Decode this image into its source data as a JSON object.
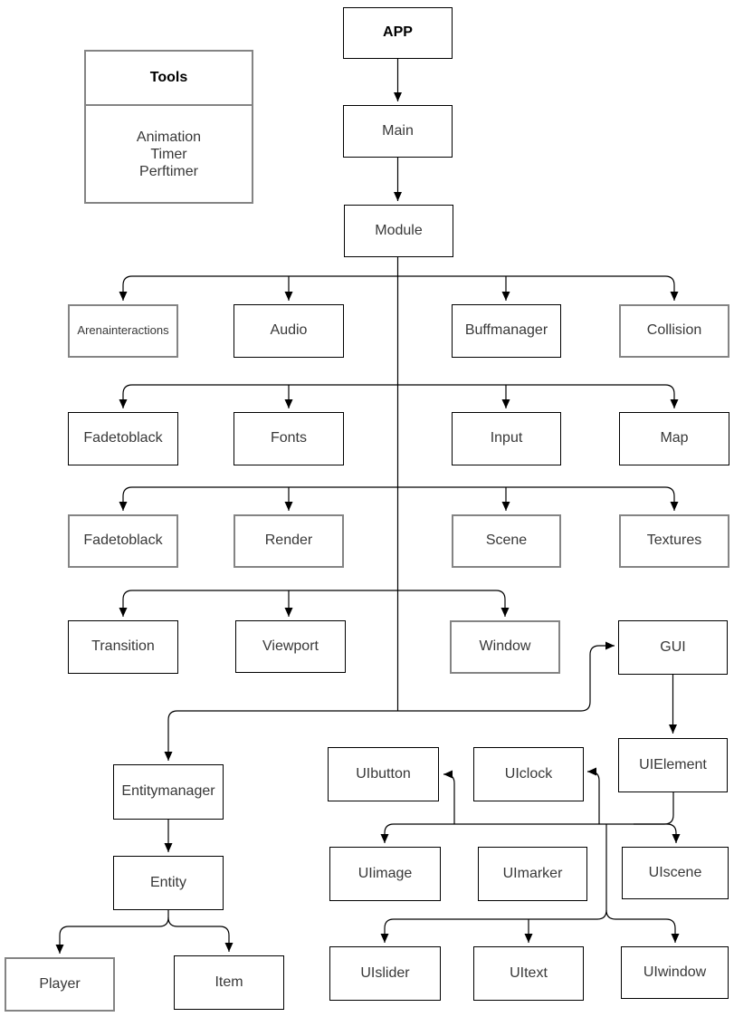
{
  "diagram": {
    "tools_panel": {
      "title": "Tools",
      "items": [
        "Animation",
        "Timer",
        "Perftimer"
      ]
    },
    "nodes": {
      "app": "APP",
      "main": "Main",
      "module": "Module",
      "arenainteractions": "Arenainteractions",
      "audio": "Audio",
      "buffmanager": "Buffmanager",
      "collision": "Collision",
      "fadetoblack1": "Fadetoblack",
      "fonts": "Fonts",
      "input": "Input",
      "map": "Map",
      "fadetoblack2": "Fadetoblack",
      "render": "Render",
      "scene": "Scene",
      "textures": "Textures",
      "transition": "Transition",
      "viewport": "Viewport",
      "window": "Window",
      "gui": "GUI",
      "entitymanager": "Entitymanager",
      "entity": "Entity",
      "player": "Player",
      "item": "Item",
      "uibutton": "UIbutton",
      "uiclock": "UIclock",
      "uielement": "UIElement",
      "uiimage": "UIimage",
      "uimarker": "UImarker",
      "uiscene": "UIscene",
      "uislider": "UIslider",
      "uitext": "UItext",
      "uiwindow": "UIwindow"
    },
    "edges": [
      {
        "from": "app",
        "to": "main"
      },
      {
        "from": "main",
        "to": "module"
      },
      {
        "from": "module",
        "to": "arenainteractions"
      },
      {
        "from": "module",
        "to": "audio"
      },
      {
        "from": "module",
        "to": "buffmanager"
      },
      {
        "from": "module",
        "to": "collision"
      },
      {
        "from": "module",
        "to": "fadetoblack1"
      },
      {
        "from": "module",
        "to": "fonts"
      },
      {
        "from": "module",
        "to": "input"
      },
      {
        "from": "module",
        "to": "map"
      },
      {
        "from": "module",
        "to": "fadetoblack2"
      },
      {
        "from": "module",
        "to": "render"
      },
      {
        "from": "module",
        "to": "scene"
      },
      {
        "from": "module",
        "to": "textures"
      },
      {
        "from": "module",
        "to": "transition"
      },
      {
        "from": "module",
        "to": "viewport"
      },
      {
        "from": "module",
        "to": "window"
      },
      {
        "from": "module",
        "to": "gui"
      },
      {
        "from": "module",
        "to": "entitymanager"
      },
      {
        "from": "gui",
        "to": "uielement"
      },
      {
        "from": "uielement",
        "to": "uibutton"
      },
      {
        "from": "uielement",
        "to": "uiclock"
      },
      {
        "from": "uielement",
        "to": "uiimage"
      },
      {
        "from": "uielement",
        "to": "uiscene"
      },
      {
        "from": "uielement",
        "to": "uislider"
      },
      {
        "from": "uielement",
        "to": "uitext"
      },
      {
        "from": "uielement",
        "to": "uiwindow"
      },
      {
        "from": "entitymanager",
        "to": "entity"
      },
      {
        "from": "entity",
        "to": "player"
      },
      {
        "from": "entity",
        "to": "item"
      }
    ],
    "colors": {
      "background": "#ffffff",
      "box_border": "#000000",
      "box_border_alt": "#848484",
      "line": "#000000",
      "text": "#383838"
    }
  }
}
